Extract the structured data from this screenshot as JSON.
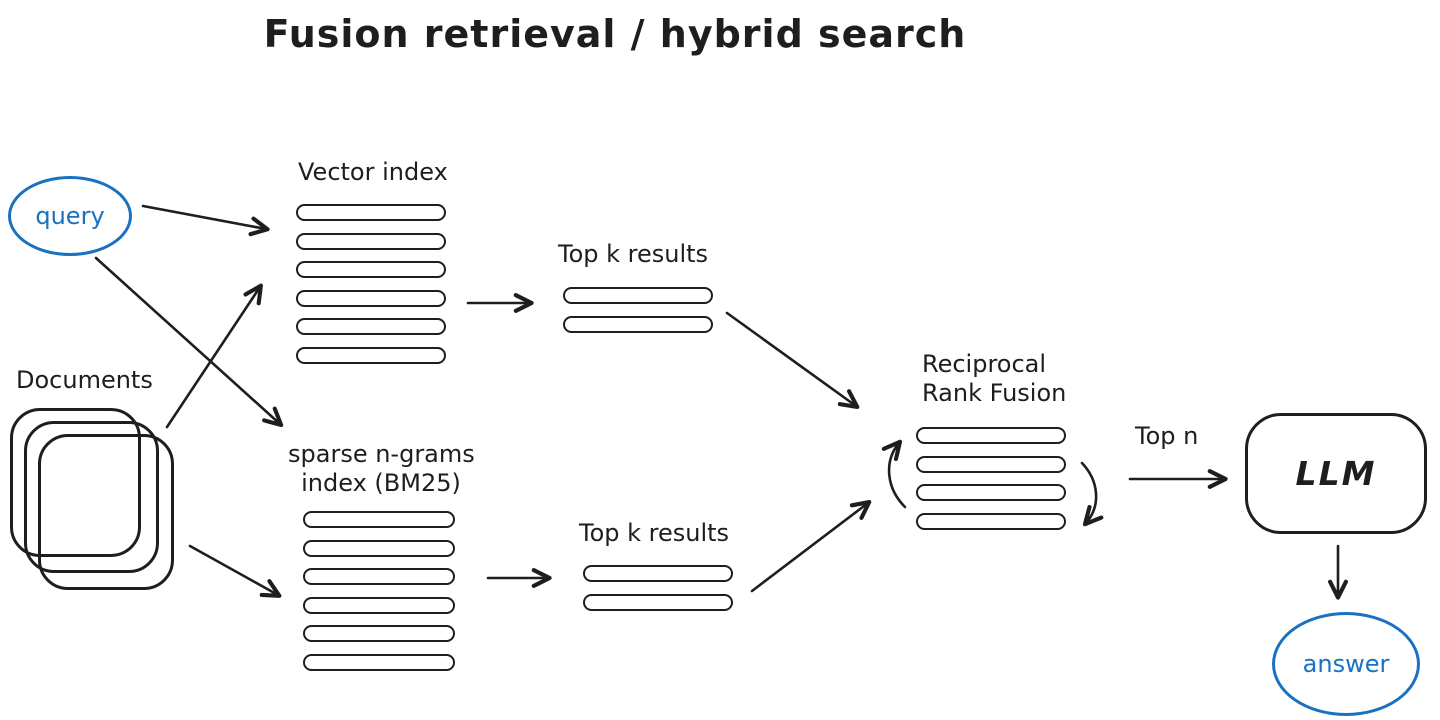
{
  "title": "Fusion retrieval / hybrid search",
  "colors": {
    "ink": "#1e1e1e",
    "accent_blue": "#1971c2",
    "background": "#ffffff"
  },
  "nodes": {
    "query": {
      "label": "query"
    },
    "documents": {
      "label": "Documents"
    },
    "vector_index": {
      "label": "Vector index",
      "bar_count": 6
    },
    "sparse_index": {
      "label_line1": "sparse n-grams",
      "label_line2": "index (BM25)",
      "bar_count": 6
    },
    "topk_vector": {
      "label": "Top k results",
      "bar_count": 2
    },
    "topk_sparse": {
      "label": "Top k results",
      "bar_count": 2
    },
    "rrf": {
      "label_line1": "Reciprocal",
      "label_line2": "Rank Fusion",
      "bar_count": 4
    },
    "llm": {
      "label": "LLM"
    },
    "answer": {
      "label": "answer"
    }
  },
  "edges": {
    "top_n_label": "Top n"
  }
}
